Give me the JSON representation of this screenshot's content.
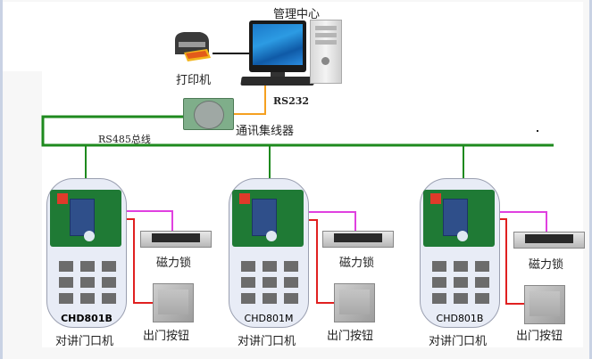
{
  "diagram": {
    "management_center": "管理中心",
    "printer": "打印机",
    "rs232": "RS232",
    "hub": "通讯集线器",
    "bus": "RS485总线",
    "units": [
      {
        "model": "CHD801B",
        "name": "对讲门口机",
        "lock": "磁力锁",
        "exit_button": "出门按钮"
      },
      {
        "model": "CHD801M",
        "name": "对讲门口机",
        "lock": "磁力锁",
        "exit_button": "出门按钮"
      },
      {
        "model": "CHD801B",
        "name": "对讲门口机",
        "lock": "磁力锁",
        "exit_button": "出门按钮"
      }
    ],
    "colors": {
      "bus": "#1e8a1e",
      "rs232": "#f5a020",
      "lock_wire": "#e040e0",
      "button_wire": "#e02020",
      "printer_wire": "#111111"
    }
  }
}
